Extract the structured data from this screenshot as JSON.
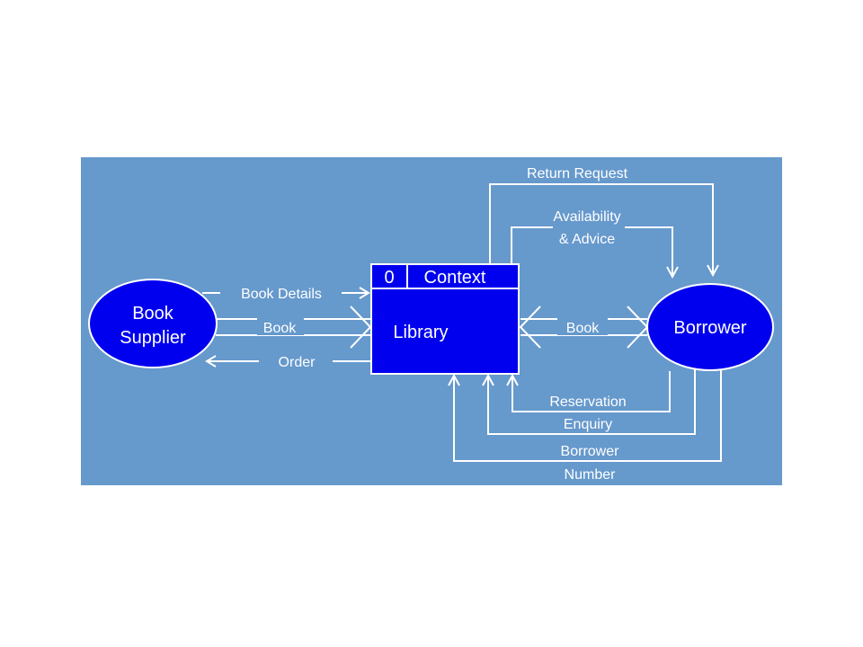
{
  "diagram": {
    "entities": {
      "book_supplier": {
        "line1": "Book",
        "line2": "Supplier"
      },
      "borrower": {
        "label": "Borrower"
      }
    },
    "process": {
      "id": "0",
      "header": "Context",
      "name": "Library"
    },
    "flows": {
      "book_details": "Book Details",
      "book_in": "Book",
      "order": "Order",
      "return_request": "Return Request",
      "availability_line1": "Availability",
      "availability_line2": "& Advice",
      "book_exchange": "Book",
      "reservation_line1": "Reservation",
      "reservation_line2": "Enquiry",
      "borrower_number_line1": "Borrower",
      "borrower_number_line2": "Number"
    },
    "colors": {
      "panel": "#6699cc",
      "node_fill": "#0000ee",
      "line": "#ffffff"
    }
  }
}
